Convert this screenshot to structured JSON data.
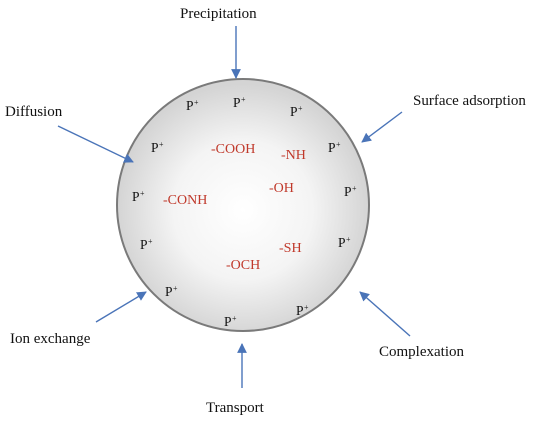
{
  "mechanisms": {
    "precipitation": "Precipitation",
    "surface_adsorption": "Surface adsorption",
    "diffusion": "Diffusion",
    "ion_exchange": "Ion exchange",
    "complexation": "Complexation",
    "transport": "Transport"
  },
  "ion_label": "P",
  "ion_charge": "+",
  "functional_groups": {
    "cooh": "-COOH",
    "nh": "-NH",
    "oh": "-OH",
    "conh": "-CONH",
    "sh": "-SH",
    "och": "-OCH"
  },
  "colors": {
    "arrow": "#4a74b8",
    "group_text": "#c0392b",
    "particle_edge": "#7a7a7a",
    "particle_fill": "#e2e2e2"
  }
}
